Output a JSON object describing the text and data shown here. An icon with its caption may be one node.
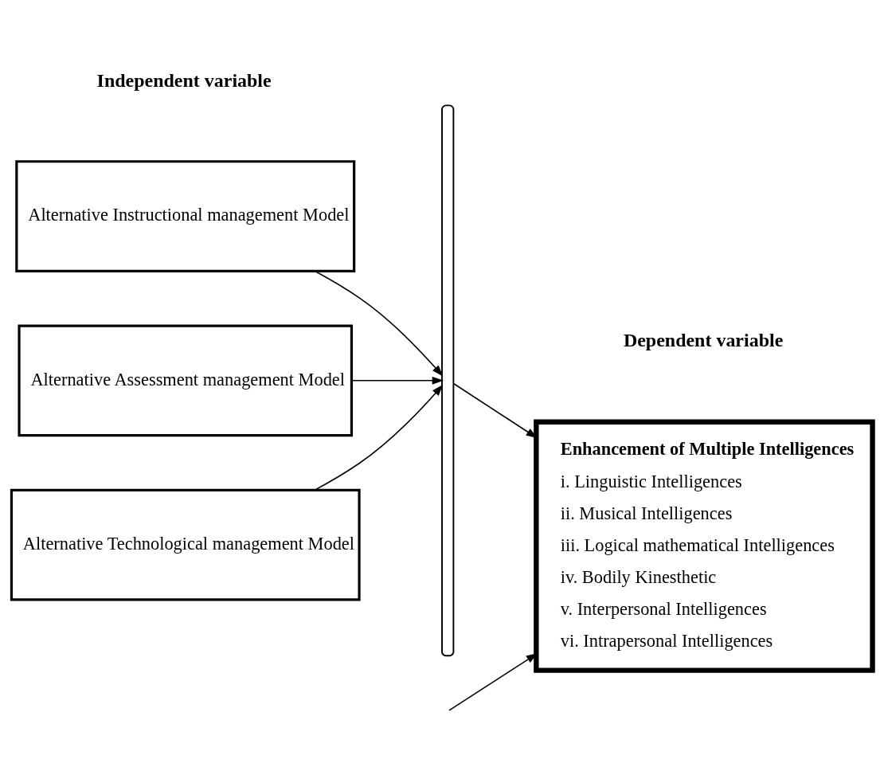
{
  "diagram": {
    "nodes": [
      {
        "text": [
          "Alternative Instructional management Model"
        ]
      },
      {
        "text": [
          "Alternative Assessment management Model"
        ]
      },
      {
        "text": [
          "Alternative Technological management Model"
        ]
      },
      {
        "text": [],
        "shape": "brace"
      },
      {
        "text": [
          "Enhancement of Multiple Intelligences",
          "i. Linguistic Intelligences",
          "ii. Musical Intelligences",
          "iii. Logical mathematical Intelligences",
          "iv. Bodily Kinesthetic",
          "v. Interpersonal Intelligences",
          "vi. Intrapersonal Intelligences"
        ]
      }
    ],
    "edges": [
      {
        "from": 0,
        "to": 3,
        "arrow": "to"
      },
      {
        "from": 1,
        "to": 3,
        "arrow": "to"
      },
      {
        "from": 2,
        "to": 3,
        "arrow": "to"
      },
      {
        "from": 3,
        "to": 4,
        "arrow": "to"
      },
      {
        "from": null,
        "to": 4,
        "arrow": "to"
      }
    ],
    "labels": [
      "Independent variable",
      "Dependent variable"
    ]
  }
}
